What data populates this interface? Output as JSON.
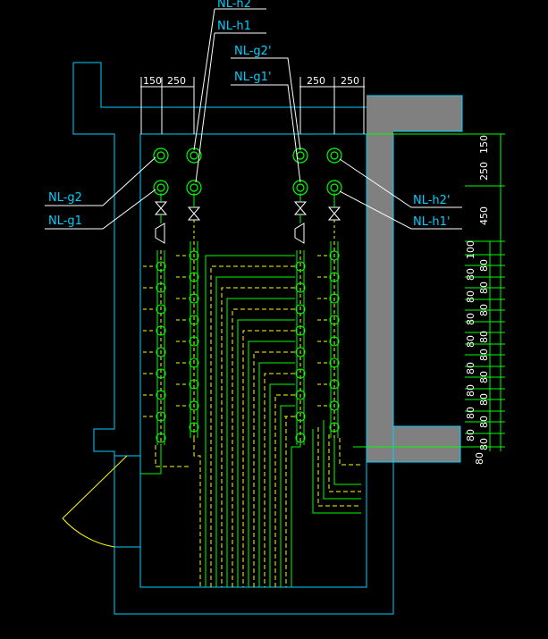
{
  "labels": {
    "h2": "NL-h2",
    "h1": "NL-h1",
    "g2p": "NL-g2'",
    "g1p": "NL-g1'",
    "g2": "NL-g2",
    "g1": "NL-g1",
    "h2p": "NL-h2'",
    "h1p": "NL-h1'"
  },
  "dimensions": {
    "top_left": [
      "150",
      "250"
    ],
    "top_right": [
      "250",
      "250"
    ],
    "right_column": [
      "150",
      "250",
      "450",
      "100",
      "80",
      "80",
      "80",
      "80",
      "80",
      "80",
      "80",
      "80",
      "80",
      "80",
      "80",
      "80",
      "80",
      "80"
    ],
    "right_inner_column": [
      "80",
      "80",
      "80",
      "80",
      "80",
      "80",
      "80",
      "80",
      "80",
      "80"
    ]
  },
  "colors": {
    "background": "#000000",
    "wall": "#00cfff",
    "pipe": "#00ff00",
    "dashed": "#ffff00",
    "leader": "#ffffff",
    "fill": "#808080",
    "door": "#ffff00"
  }
}
